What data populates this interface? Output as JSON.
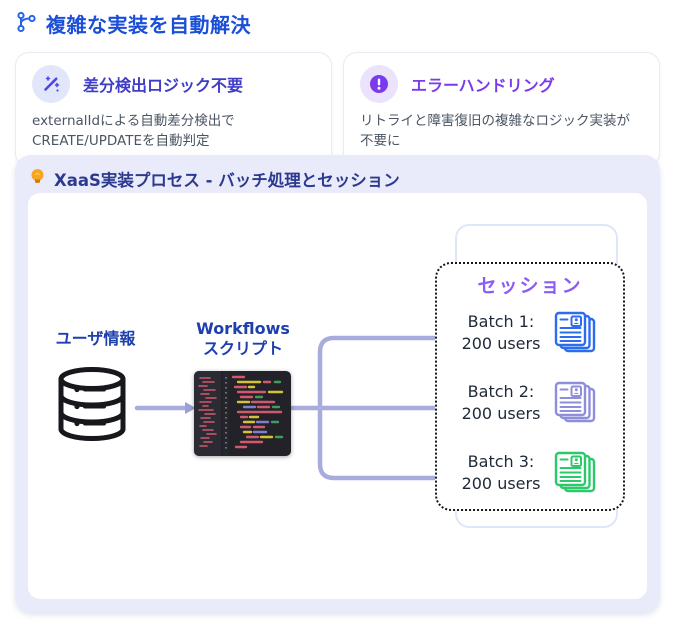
{
  "header": {
    "title": "複雑な実装を自動解決"
  },
  "cards": [
    {
      "icon": "magic-wand-icon",
      "title": "差分検出ロジック不要",
      "description": "externalIdによる自動差分検出でCREATE/UPDATEを自動判定",
      "accent_color": "#3f3dc7"
    },
    {
      "icon": "alert-icon",
      "title": "エラーハンドリング",
      "description": "リトライと障害復旧の複雑なロジック実装が不要に",
      "accent_color": "#7c3aed"
    }
  ],
  "panel": {
    "title": "XaaS実装プロセス - バッチ処理とセッション",
    "diagram": {
      "source_label": "ユーザ情報",
      "script_label_1": "Workflows",
      "script_label_2": "スクリプト",
      "session_title": "セッション",
      "batches": [
        {
          "label": "Batch 1:",
          "count": "200 users",
          "color": "#2b6cf0"
        },
        {
          "label": "Batch 2:",
          "count": "200 users",
          "color": "#8e8edd"
        },
        {
          "label": "Batch 3:",
          "count": "200 users",
          "color": "#2bc96a"
        }
      ]
    }
  },
  "colors": {
    "page_title": "#1b4fd8",
    "panel_bg": "#e9eafa",
    "panel_title": "#2b3a8f",
    "session_title": "#8b5cf6",
    "connector": "#a7acdd",
    "diagram_label": "#1e40af"
  }
}
